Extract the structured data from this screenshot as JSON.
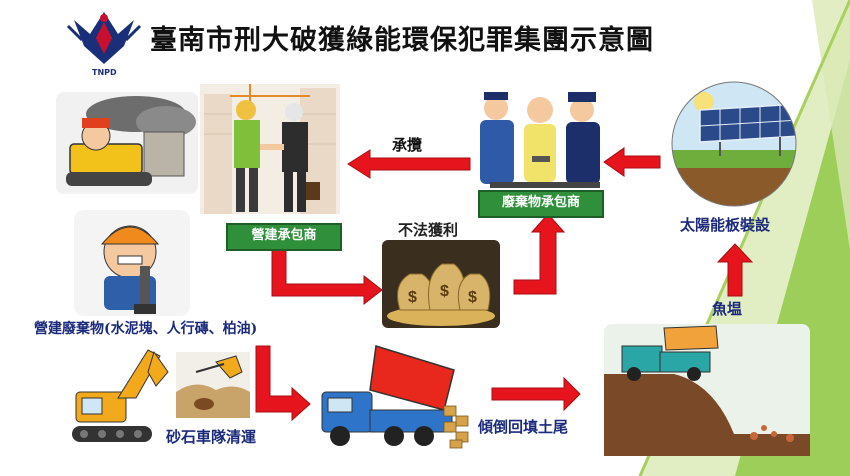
{
  "title": "臺南市刑大破獲綠能環保犯罪集團示意圖",
  "logo": {
    "text": "TNPD",
    "icon": "police-bird-emblem"
  },
  "nodes": {
    "construction_contractor": "營建承包商",
    "waste_contractor": "廢棄物承包商",
    "solar_install": "太陽能板裝設",
    "construction_waste": "營建廢棄物(水泥塊、人行磚、柏油)",
    "gravel_transport": "砂石車隊清運",
    "dump_backfill": "傾倒回填土尾"
  },
  "edge_labels": {
    "subcontract": "承攬",
    "illegal_profit": "不法獲利",
    "fish_pond": "魚塭"
  },
  "colors": {
    "arrow": "#e5141d",
    "box": "#2f8f3a",
    "accent_green": "#8cc63f"
  }
}
